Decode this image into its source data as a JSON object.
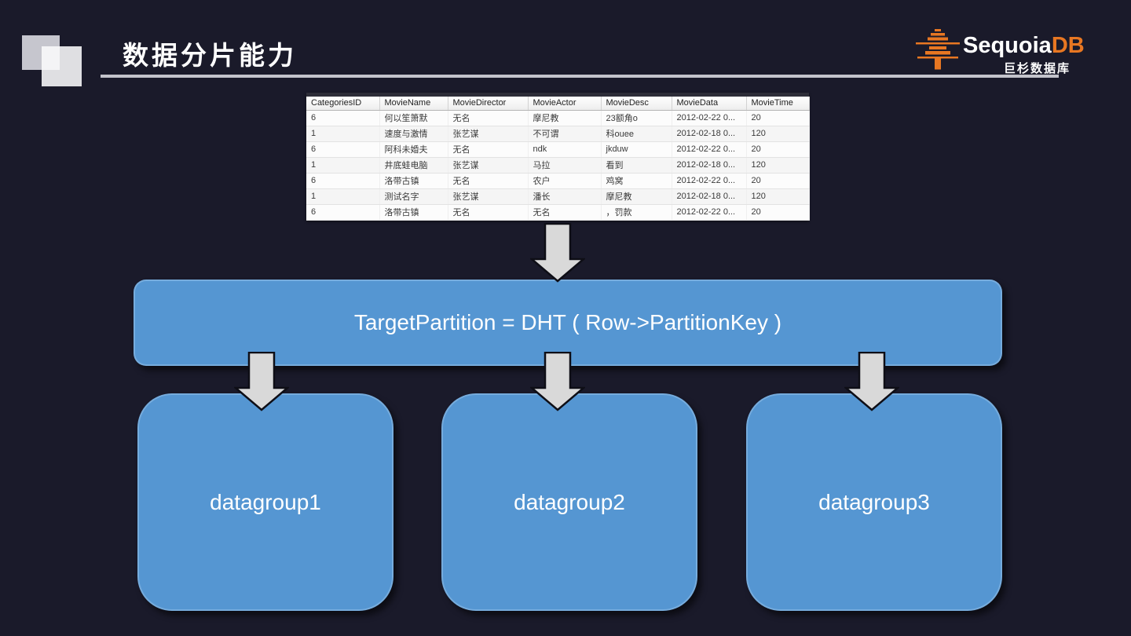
{
  "slide": {
    "title": "数据分片能力",
    "logo": {
      "brand_primary": "Sequoia",
      "brand_accent": "DB",
      "subtitle": "巨杉数据库"
    },
    "colors": {
      "background": "#1a1a2a",
      "box_blue": "#5596d2",
      "arrow_gray": "#d9d9d9",
      "accent_orange": "#e87722",
      "rule_gray": "#c3c3cb"
    }
  },
  "table": {
    "columns": [
      "CategoriesID",
      "MovieName",
      "MovieDirector",
      "MovieActor",
      "MovieDesc",
      "MovieData",
      "MovieTime"
    ],
    "rows": [
      [
        "6",
        "何以笙箫默",
        "无名",
        "摩尼教",
        "23额角o",
        "2012-02-22 0...",
        "20"
      ],
      [
        "1",
        "速度与激情",
        "张艺谋",
        "不可谓",
        "科ouee",
        "2012-02-18 0...",
        "120"
      ],
      [
        "6",
        "阿科未婚夫",
        "无名",
        "ndk",
        "jkduw",
        "2012-02-22 0...",
        "20"
      ],
      [
        "1",
        "井底蛙电脑",
        "张艺谋",
        "马拉",
        "看到",
        "2012-02-18 0...",
        "120"
      ],
      [
        "6",
        "洛带古镇",
        "无名",
        "农户",
        "鸡窝",
        "2012-02-22 0...",
        "20"
      ],
      [
        "1",
        "测试名字",
        "张艺谋",
        "潘长",
        "摩尼教",
        "2012-02-18 0...",
        "120"
      ],
      [
        "6",
        "洛带古镇",
        "无名",
        "无名",
        "，罚款",
        "2012-02-22 0...",
        "20"
      ]
    ]
  },
  "diagram": {
    "partition_formula": "TargetPartition = DHT ( Row->PartitionKey )",
    "groups": [
      "datagroup1",
      "datagroup2",
      "datagroup3"
    ]
  }
}
